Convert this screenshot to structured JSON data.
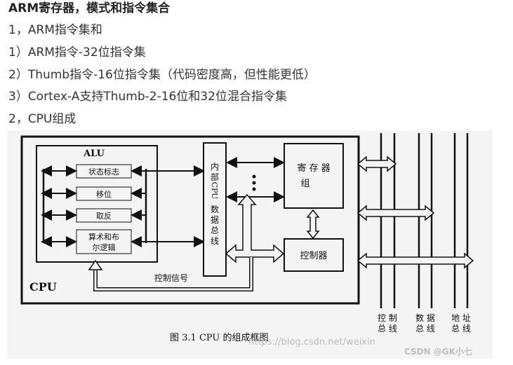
{
  "article": {
    "heading": "ARM寄存器，模式和指令集合",
    "lines": [
      "1，ARM指令集和",
      "1）ARM指令-32位指令集",
      "2）Thumb指令-16位指令集（代码密度高，但性能更低）",
      "3）Cortex-A支持Thumb-2-16位和32位混合指令集",
      "2，CPU组成"
    ]
  },
  "figure": {
    "caption": "图 3.1 CPU 的组成框图",
    "cpu_label": "CPU",
    "alu": {
      "title": "ALU",
      "blocks": [
        "状态标志",
        "移位",
        "取反",
        "算术和布",
        "尔逻辑"
      ]
    },
    "internal_bus": [
      "内",
      "部",
      "CPU",
      "数",
      "据",
      "总",
      "线"
    ],
    "registers": [
      "寄 存 器",
      "组"
    ],
    "controller": "控制器",
    "control_signal": "控制信号",
    "buses": {
      "control": [
        "控 制",
        "总 线"
      ],
      "data": [
        "数 据",
        "总 线"
      ],
      "address": [
        "地 址",
        "总 线"
      ]
    },
    "watermark": "https://blog.csdn.net/weixin",
    "logo": "CSDN @GK小七"
  }
}
